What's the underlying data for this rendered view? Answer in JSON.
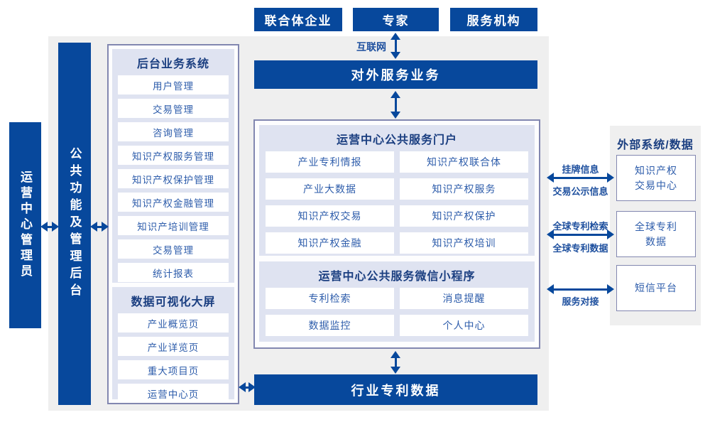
{
  "colors": {
    "primary_blue": "#07489c",
    "panel_lavender": "#dfe3f1",
    "box_border": "#8287b0",
    "item_text_blue": "#2e5dab",
    "header_text_navy": "#1a3e80",
    "background_gray": "#efefef"
  },
  "top_actors": {
    "consortium": "联合体企业",
    "expert": "专家",
    "service_org": "服务机构"
  },
  "internet_label": "互联网",
  "external_service_bar": "对外服务业务",
  "left_rail": {
    "admin": "运营中心管理员",
    "backend": "公共功能及管理后台"
  },
  "backend_system": {
    "title": "后台业务系统",
    "items": [
      "用户管理",
      "交易管理",
      "咨询管理",
      "知识产权服务管理",
      "知识产权保护管理",
      "知识产权金融管理",
      "知识产培训管理",
      "交易管理",
      "统计报表"
    ]
  },
  "dashboard": {
    "title": "数据可视化大屏",
    "items": [
      "产业概览页",
      "产业详览页",
      "重大项目页",
      "运营中心页"
    ]
  },
  "portal": {
    "title": "运营中心公共服务门户",
    "items": [
      "产业专利情报",
      "知识产权联合体",
      "产业大数据",
      "知识产权服务",
      "知识产权交易",
      "知识产权保护",
      "知识产权金融",
      "知识产权培训"
    ]
  },
  "miniprogram": {
    "title": "运营中心公共服务微信小程序",
    "items": [
      "专利检索",
      "消息提醒",
      "数据监控",
      "个人中心"
    ]
  },
  "industry_patent_bar": "行业专利数据",
  "external": {
    "title": "外部系统/数据",
    "systems": [
      "知识产权交易中心",
      "全球专利数据",
      "短信平台"
    ],
    "links": [
      {
        "above": "挂牌信息",
        "below": "交易公示信息"
      },
      {
        "above": "全球专利检索",
        "below": "全球专利数据"
      },
      {
        "below": "服务对接"
      }
    ]
  }
}
